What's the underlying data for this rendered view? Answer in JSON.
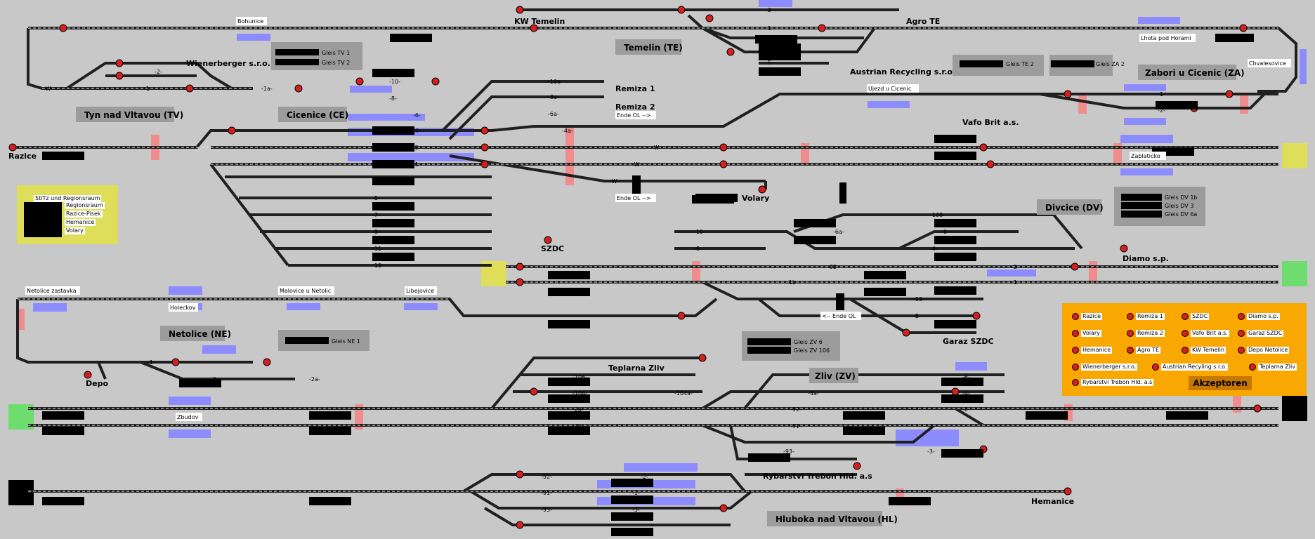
{
  "stations": [
    {
      "label": "Tyn nad Vltavou (TV)"
    },
    {
      "label": "Cicenice (CE)"
    },
    {
      "label": "Temelin (TE)"
    },
    {
      "label": "Zabori u Cicenic (ZA)"
    },
    {
      "label": "Divcice (DV)"
    },
    {
      "label": "Netolice (NE)"
    },
    {
      "label": "Zliv (ZV)"
    },
    {
      "label": "Hluboka nad Vltavou (HL)"
    }
  ],
  "places": {
    "bohunice": "Bohunice",
    "kw_temelin": "KW Temelin",
    "agro_te": "Agro TE",
    "lhota": "Lhota pod Horami",
    "chvalesovice": "Chvalesovice",
    "wienerberger": "Wienerberger s.r.o.",
    "austrian": "Austrian Recycling s.r.o.",
    "ujezd": "Ujezd u Cicenic",
    "vafo": "Vafo Brit a.s.",
    "remiza1": "Remiza 1",
    "remiza2": "Remiza 2",
    "ende_ol1": "Ende  OL -->",
    "ende_ol2": "Ende  OL -->",
    "ende_ol3": "<--  Ende  OL",
    "razice": "Razice",
    "zablaticko": "Zablaticko",
    "volary": "Volary",
    "szdc": "SZDC",
    "diamo": "Diamo s.p.",
    "netolice_zast": "Netolice zastavka",
    "holeckov": "Holeckov",
    "malovice": "Malovice u Netolic",
    "lipejovice": "Libejovice",
    "garaz": "Garaz SZDC",
    "depo": "Depo",
    "zbudov": "Zbudov",
    "teplarna": "Teplarna Zliv",
    "rybarstvi": "Rybarstvi Trebon Hld. a.s",
    "hemanice": "Hemanice"
  },
  "gleis_groups": [
    {
      "items": [
        "Gleis TV 1",
        "Gleis TV 2"
      ]
    },
    {
      "items": [
        "Gleis TE 2"
      ]
    },
    {
      "items": [
        "Gleis ZA 2"
      ]
    },
    {
      "items": [
        "Gleis DV 1b",
        "Gleis DV 3",
        "Gleis DV 6a"
      ]
    },
    {
      "items": [
        "Gleis NE 1"
      ]
    },
    {
      "items": [
        "Gleis ZV 6",
        "Gleis ZV 106"
      ]
    }
  ],
  "stitz": {
    "title": "StiTz und Regionsraum",
    "items": [
      "Regionsraum",
      "Razice-Pisek",
      "Hemanice",
      "Volary"
    ]
  },
  "akzeptoren": {
    "button": "Akzeptoren",
    "items": [
      "Razice",
      "Remiza 1",
      "SZDC",
      "Diamo s.p.",
      "Volary",
      "Remiza 2",
      "Vafo Brit a.s.",
      "Garaz SZDC",
      "Hemanice",
      "Agro TE",
      "KW Temelin",
      "Depo Netolice",
      "Wienerberger s.r.o.",
      "Austrian Recyling s.r.o.",
      "Teplarna Zliv",
      "Rybarstvi Trebon Hld. a.s"
    ]
  },
  "track_labels": {
    "tv_w": "-W-",
    "tv_2": "-2-",
    "tv_1": "-1-",
    "tv_1a": "-1a-",
    "ce_10": "-10-",
    "ce_8": "-8-",
    "ce_6": "-6-",
    "ce_4": "-4-",
    "ce_2": "-2-",
    "ce_1": "-1-",
    "ce_3": "-3-",
    "ce_5": "-5-",
    "ce_7": "-7-",
    "ce_9": "-9-",
    "ce_11": "-11-",
    "ce_13": "-13-",
    "r_10a": "-10a-",
    "r_8a": "-8a-",
    "r_6a": "-6a-",
    "ce_4a": "-4a-",
    "ce_w1": "-W-",
    "ce_w2": "-W-",
    "ce_w3": "-W-",
    "te_2": "-2-",
    "te_1": "-1-",
    "te_3": "-3-",
    "te_5": "-5-",
    "za_1": "-1-",
    "za_2": "-2-",
    "dv_10": "-10-",
    "dv_8": "-8-",
    "dv_6a": "-6a-",
    "dv_108": "-108-",
    "dv_6": "-6-",
    "dv_4": "-4-",
    "dv_92": "-92-",
    "dv_2": "-2-",
    "dv_1b": "-1b-",
    "dv_1": "-1-",
    "dv_93": "-93-",
    "dv_3": "-3-",
    "dv_5": "-5-",
    "ne_1": "-1-",
    "ne_2": "-2-",
    "ne_2a": "-2a-",
    "zv_106": "-106-",
    "zv_104": "-104-",
    "zv_104a": "-104a-",
    "zv_2a": "-2a-",
    "zv_1a": "-1a-",
    "zv_4a": "-4a-",
    "zv_6": "-6-",
    "zv_4": "-4-",
    "zv_92": "-92-",
    "zv_2": "-2-",
    "zv_91": "-91-",
    "zv_1": "-1-",
    "zv_93": "-93-",
    "zv_3": "-3-",
    "hl_92": "-92-",
    "hl_2": "-2-",
    "hl_91": "-91-",
    "hl_1": "-1-",
    "hl_93": "-93-",
    "hl_3": "-3-"
  },
  "colors": {
    "background": "#c8c8c8",
    "track": "#202020",
    "signal": "#d62020",
    "occupied": "#8c8cff",
    "release": "#f08c8c",
    "yellow": "#dede5a",
    "green": "#6edc6e",
    "orange": "#f8a800",
    "station_box": "#9c9c9c"
  }
}
